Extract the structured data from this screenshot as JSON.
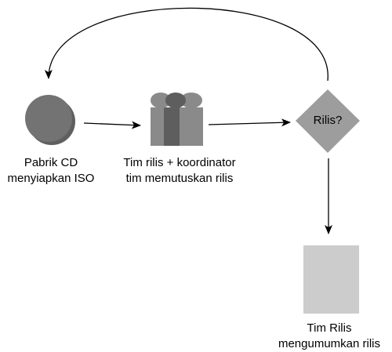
{
  "nodes": {
    "factory": {
      "line1": "Pabrik CD",
      "line2": "menyiapkan ISO",
      "color": "#737373"
    },
    "team": {
      "line1": "Tim rilis + koordinator",
      "line2": "tim memutuskan rilis",
      "color": "#7d7d7d"
    },
    "decision": {
      "label": "Rilis?",
      "color": "#9d9d9d"
    },
    "announce": {
      "line1": "Tim Rilis",
      "line2": "mengumumkan rilis",
      "color": "#cccccc"
    }
  }
}
